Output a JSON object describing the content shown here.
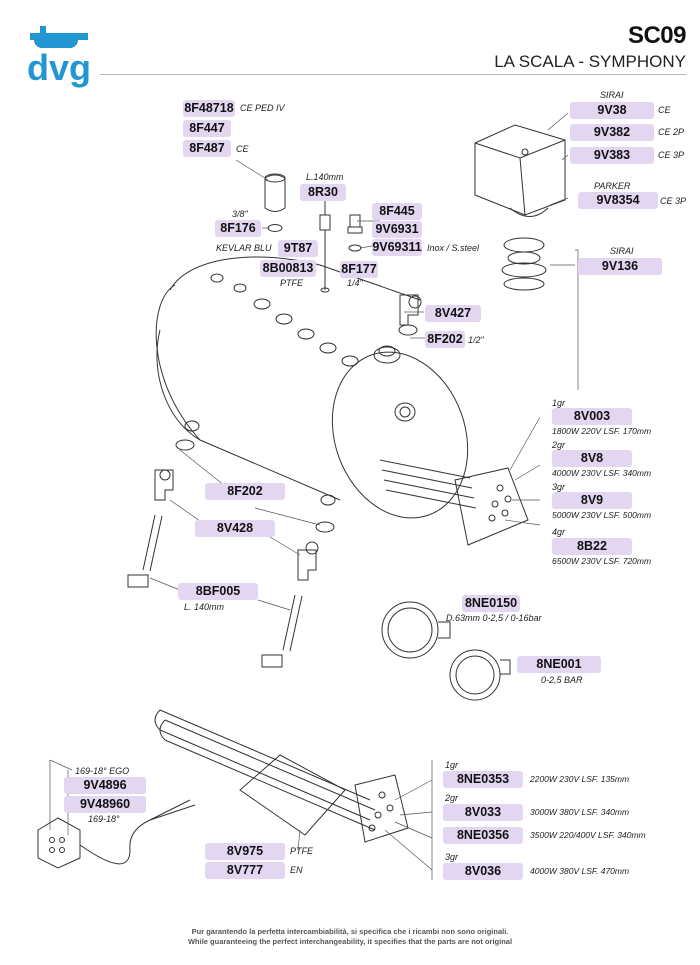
{
  "brand": {
    "logo_text": "dvg",
    "accent": "#2196d3"
  },
  "header": {
    "code": "SC09",
    "title": "LA SCALA - SYMPHONY"
  },
  "parts": {
    "p1": {
      "code": "8F48718",
      "note": "CE PED IV"
    },
    "p2": {
      "code": "8F447"
    },
    "p3": {
      "code": "8F487",
      "note": "CE"
    },
    "p4": {
      "code": "8R30",
      "note_above": "L.140mm"
    },
    "p5": {
      "code": "8F176",
      "note": "3/8\""
    },
    "p6": {
      "code": "9T87",
      "note": "KEVLAR BLU"
    },
    "p7": {
      "code": "8B00813",
      "note": "PTFE"
    },
    "p8": {
      "code": "8F445"
    },
    "p9": {
      "code": "9V6931"
    },
    "p10": {
      "code": "9V69311",
      "note": "Inox / S.steel"
    },
    "p11": {
      "code": "8F177",
      "note": "1/4\""
    },
    "p12": {
      "code": "9V38",
      "note": "CE",
      "note_above": "SIRAI"
    },
    "p13": {
      "code": "9V382",
      "note": "CE 2P"
    },
    "p14": {
      "code": "9V383",
      "note": "CE 3P"
    },
    "p15": {
      "code": "9V8354",
      "note": "CE 3P",
      "note_above": "PARKER"
    },
    "p16": {
      "code": "9V136",
      "note_above": "SIRAI"
    },
    "p17": {
      "code": "8V427"
    },
    "p18": {
      "code": "8F202",
      "note": "1/2\""
    },
    "p19": {
      "code": "8V003",
      "note_above": "1gr",
      "note_below": "1800W 220V LSF. 170mm"
    },
    "p20": {
      "code": "8V8",
      "note_above": "2gr",
      "note_below": "4000W 230V LSF. 340mm"
    },
    "p21": {
      "code": "8V9",
      "note_above": "3gr",
      "note_below": "5000W 230V LSF. 500mm"
    },
    "p22": {
      "code": "8B22",
      "note_above": "4gr",
      "note_below": "6500W 230V LSF. 720mm"
    },
    "p23": {
      "code": "8F202"
    },
    "p24": {
      "code": "8V428"
    },
    "p25": {
      "code": "8BF005",
      "note_below": "L. 140mm"
    },
    "p26": {
      "code": "8NE0150",
      "note_below": "D.63mm 0-2,5 / 0-16bar"
    },
    "p27": {
      "code": "8NE001",
      "note_below": "0-2,5 BAR"
    },
    "p28": {
      "code": "9V4896",
      "note_above": "169-18° EGO"
    },
    "p29": {
      "code": "9V48960",
      "note_below": "169-18°"
    },
    "p30": {
      "code": "8V975",
      "note": "PTFE"
    },
    "p31": {
      "code": "8V777",
      "note": "EN"
    },
    "p32": {
      "code": "8NE0353",
      "note": "2200W 230V LSF. 135mm",
      "note_above": "1gr"
    },
    "p33": {
      "code": "8V033",
      "note": "3000W 380V LSF. 340mm",
      "note_above": "2gr"
    },
    "p34": {
      "code": "8NE0356",
      "note": "3500W 220/400V LSF. 340mm"
    },
    "p35": {
      "code": "8V036",
      "note": "4000W 380V LSF. 470mm",
      "note_above": "3gr"
    }
  },
  "footer": {
    "line1": "Pur garantendo la perfetta intercambiabilità, si specifica che i ricambi non sono originali.",
    "line2": "While guaranteeing the perfect interchangeability, it specifies that the parts are not original"
  }
}
